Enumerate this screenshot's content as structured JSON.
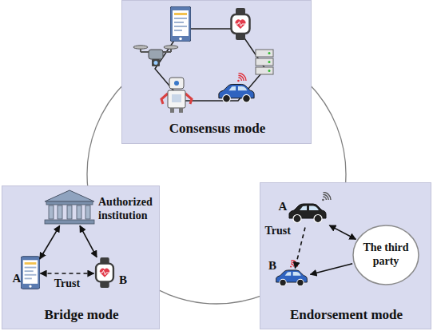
{
  "diagram": {
    "nodes": [
      {
        "text": [
          "Consensus mode"
        ]
      },
      {
        "text": [
          "Bridge mode"
        ]
      },
      {
        "text": [
          "Authorized institution"
        ],
        "in": 1
      },
      {
        "text": [
          "A"
        ],
        "in": 1
      },
      {
        "text": [
          "B"
        ],
        "in": 1
      },
      {
        "text": [
          "Endorsement mode"
        ]
      },
      {
        "text": [
          "A"
        ],
        "in": 5
      },
      {
        "text": [
          "B"
        ],
        "in": 5
      },
      {
        "text": [
          "The third party"
        ],
        "in": 5
      }
    ],
    "edges": [
      {
        "from": 2,
        "to": 3,
        "arrow": "both"
      },
      {
        "from": 2,
        "to": 4,
        "arrow": "both"
      },
      {
        "from": 3,
        "to": 4,
        "label": "Trust",
        "arrow": "both"
      },
      {
        "from": 6,
        "to": 7,
        "label": "Trust",
        "arrow": "to"
      },
      {
        "from": 6,
        "to": 8,
        "arrow": "both"
      },
      {
        "from": 8,
        "to": 7,
        "arrow": "to"
      }
    ]
  }
}
